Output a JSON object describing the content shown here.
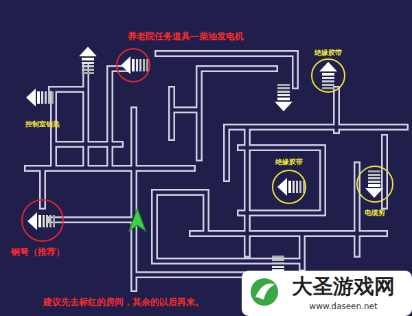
{
  "diagram": {
    "labels": [
      "养老院任务道具—柴油发电机",
      "绝缘胶带",
      "控制室钥匙",
      "绝缘胶带",
      "电缆剪",
      "钢弩（推荐）",
      "建议先去标红的房间，其余的以后再来。",
      "大圣游戏网",
      "www.daseen.net"
    ]
  }
}
